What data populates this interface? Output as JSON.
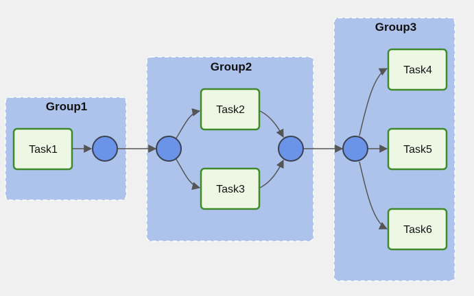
{
  "colors": {
    "background": "#f0f0f0",
    "group_fill": "#aec3eb",
    "group_border": "#ffffff",
    "task_fill": "#eef7e4",
    "task_border": "#3d8a2b",
    "node_fill": "#6b93e8",
    "node_border": "#3a4150",
    "edge": "#555555"
  },
  "groups": [
    {
      "label": "Group1"
    },
    {
      "label": "Group2"
    },
    {
      "label": "Group3"
    }
  ],
  "tasks": [
    {
      "label": "Task1"
    },
    {
      "label": "Task2"
    },
    {
      "label": "Task3"
    },
    {
      "label": "Task4"
    },
    {
      "label": "Task5"
    },
    {
      "label": "Task6"
    }
  ]
}
